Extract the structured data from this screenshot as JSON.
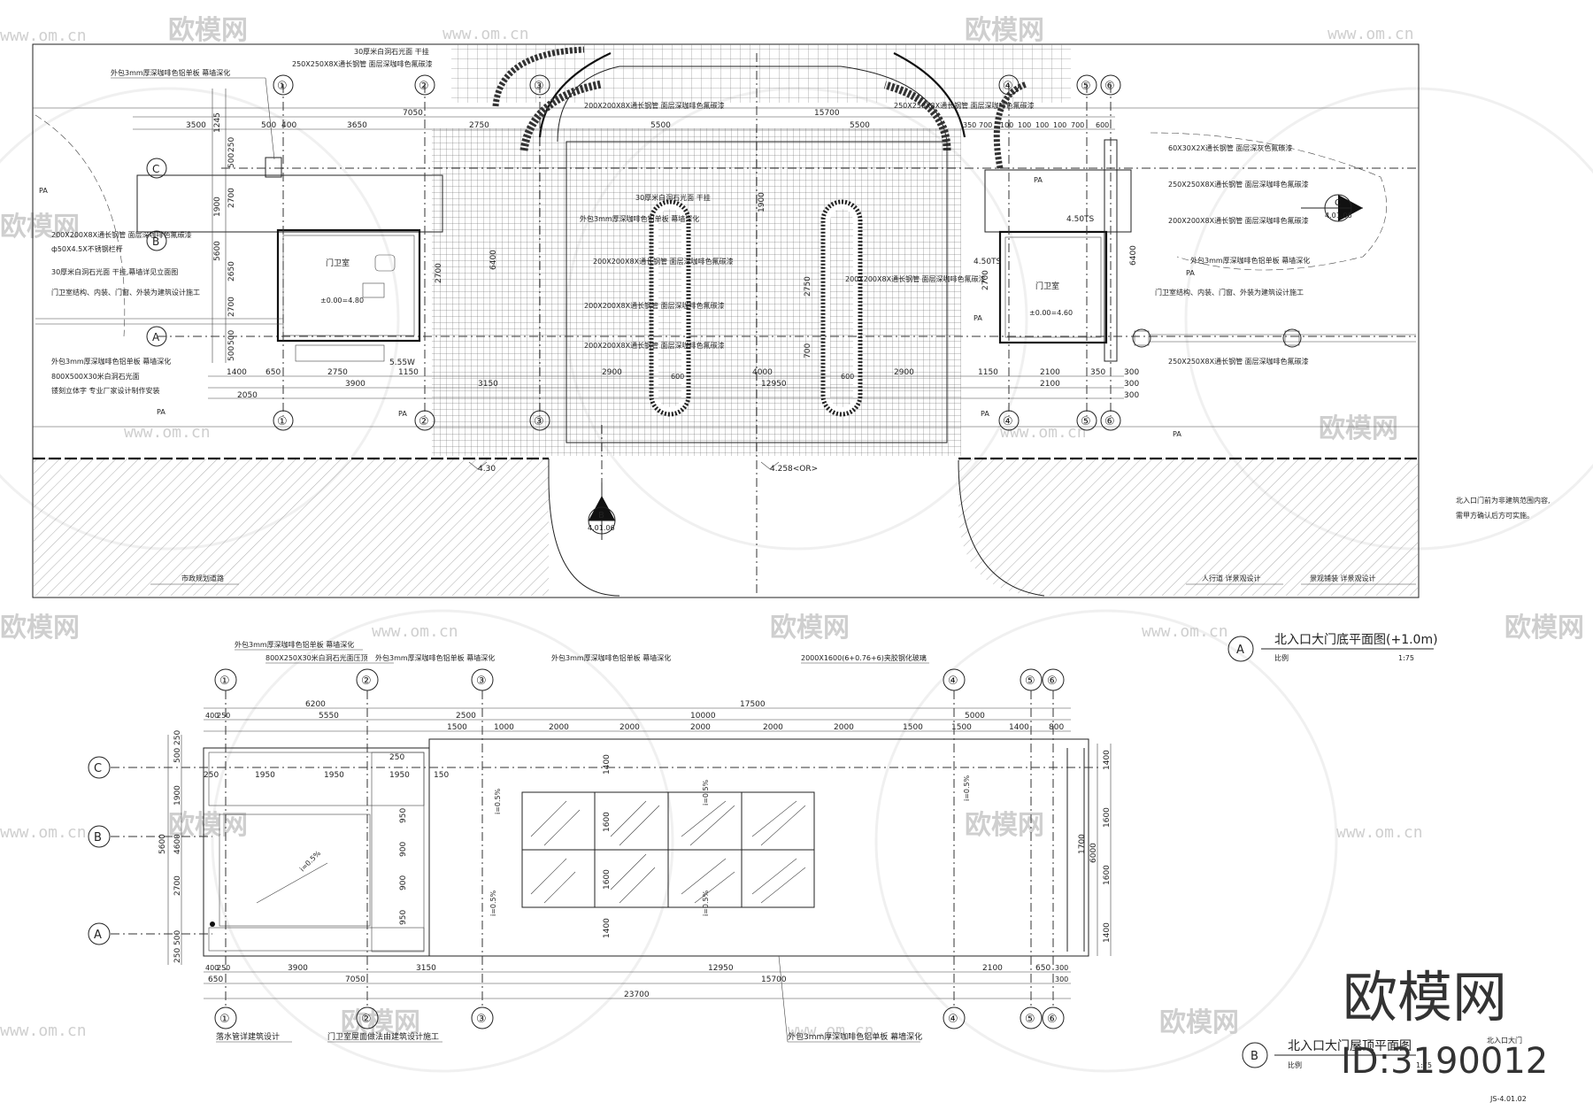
{
  "watermark": {
    "brand": "欧模网",
    "site": "www.om.cn"
  },
  "plan": {
    "walls": "外包3mm厚深咖啡色铝单板  幕墙深化",
    "stone_top": "30厚米白洞石光面  干挂",
    "pipe_1": "250X250X8X通长钢管  面层深咖啡色氟碳漆",
    "pipe_2": "60X30X2X通长钢管  面层深灰色氟碳漆",
    "pipe_3": "250X250X8X通长钢管  面层深咖啡色氟碳漆",
    "pipe_4": "200X200X8X通长钢管  面层深咖啡色氟碳漆",
    "stone_note": "30厚米白洞石光面  干挂,幕墙详见立面图",
    "steel_rail": "ф50X4.5X不锈钢栏杆",
    "struct_note": "门卫室结构、内装、门窗、外装为建筑设计施工",
    "guard_room": "门卫室",
    "level_left": "±0.00=4.80",
    "level_right": "±0.00=4.60",
    "stone_base": "800X500X30米白洞石光面",
    "letters": "镂刻立体字  专业厂家设计制作安装",
    "pa": "PA",
    "grid_labels": [
      "①",
      "②",
      "③",
      "④",
      "⑤",
      "⑥"
    ],
    "row_labels": [
      "A",
      "B",
      "C"
    ],
    "dims_top": [
      "3500",
      "500",
      "400",
      "3650",
      "7050",
      "2750",
      "15700",
      "5500",
      "5500",
      "350",
      "700",
      "100",
      "100",
      "100",
      "100",
      "700",
      "600"
    ],
    "dims_bot": [
      "1400",
      "650",
      "2750",
      "1150",
      "2900",
      "4000",
      "12950",
      "2900",
      "1150",
      "2100",
      "350",
      "300",
      "3900",
      "2050",
      "3150",
      "2100",
      "300",
      "300"
    ],
    "dims_left": [
      "1245",
      "250",
      "500",
      "2700",
      "1900",
      "5600",
      "2650",
      "2700",
      "500",
      "500"
    ],
    "dims_mid": [
      "2700",
      "2750",
      "1900",
      "700",
      "6400",
      "600"
    ],
    "level_marks": [
      "4.30",
      "4.258<OR>",
      "5.55W",
      "4.50TS",
      "4.50TS"
    ],
    "city_road": "市政规划道路",
    "sidewalk": "人行道  详景观设计",
    "landscape": "景观铺装 详景观设计",
    "entrance_note_1": "北入口门前为非建筑范围内容,",
    "entrance_note_2": "需甲方确认后方可实施。",
    "section_b": {
      "letter": "B",
      "ref": "4.01.06"
    },
    "section_c": {
      "letter": "C",
      "ref": "4.01.06"
    }
  },
  "title_a": {
    "circle": "A",
    "title": "北入口大门底平面图(+1.0m)",
    "scale_label": "比例",
    "scale": "1:75"
  },
  "roof": {
    "grid_labels": [
      "①",
      "②",
      "③",
      "④",
      "⑤",
      "⑥"
    ],
    "note_1": "外包3mm厚深咖啡色铝单板  幕墙深化",
    "note_2": "800X250X30米白洞石光面压顶",
    "note_3": "外包3mm厚深咖啡色铝单板  幕墙深化",
    "note_4": "外包3mm厚深咖啡色铝单板  幕墙深化",
    "note_5": "2000X1600(6+0.76+6)夹胶钢化玻璃",
    "note_bottom_1": "落水管详建筑设计",
    "note_bottom_2": "门卫室屋面做法由建筑设计施工",
    "note_bottom_3": "外包3mm厚深咖啡色铝单板  幕墙深化",
    "dims_top": [
      "6200",
      "400",
      "250",
      "5550",
      "17500",
      "2500",
      "10000",
      "5000",
      "1500",
      "1000",
      "2000",
      "2000",
      "2000",
      "2000",
      "2000",
      "1500",
      "1500",
      "1400",
      "800"
    ],
    "dims_bot": [
      "400",
      "250",
      "3900",
      "650",
      "7050",
      "3150",
      "12950",
      "15700",
      "2100",
      "650",
      "300",
      "23700",
      "300"
    ],
    "dims_left": [
      "250",
      "500",
      "1900",
      "5600",
      "4600",
      "2700",
      "500",
      "250"
    ],
    "dims_inner": [
      "1950",
      "1950",
      "250",
      "1950",
      "150",
      "250",
      "950",
      "900",
      "900",
      "950",
      "1400",
      "1600",
      "1600",
      "1400"
    ],
    "dims_right": [
      "1400",
      "1600",
      "1600",
      "1400",
      "6000",
      "1700"
    ],
    "slopes": [
      "i=0.5%",
      "i=0.5%",
      "i=0.5%",
      "i=0.5%",
      "i=0.5%",
      "i=0.5%"
    ]
  },
  "title_b": {
    "circle": "B",
    "title": "北入口大门屋顶平面图",
    "scale_label": "比例",
    "scale": "1:75",
    "clipped": "北入口大门"
  },
  "brand": {
    "name": "欧模网",
    "id": "ID:3190012"
  },
  "sheet_no": "JS-4.01.02"
}
